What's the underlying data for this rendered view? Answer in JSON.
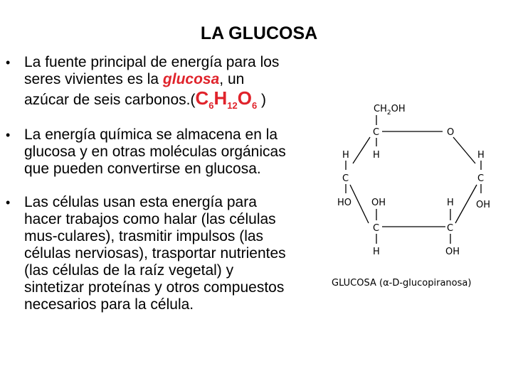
{
  "title": "LA GLUCOSA",
  "bullets": [
    {
      "lines": [
        "La fuente principal de energía para los",
        "seres vivientes es la ",
        "glucosa",
        ", un",
        "azúcar de seis carbonos.(",
        " )"
      ],
      "formula": {
        "c": "C",
        "c_sub": "6",
        "h": "H",
        "h_sub": "12",
        "o": "O",
        "o_sub": "6"
      }
    },
    {
      "lines": [
        "La energía química se almacena en la",
        "glucosa y en otras moléculas orgánicas",
        "que pueden convertirse en glucosa."
      ]
    },
    {
      "lines": [
        " Las células usan esta energía para",
        "hacer trabajos como halar (las células",
        "mus-culares), trasmitir impulsos (las",
        "células nerviosas), trasportar nutrientes",
        "(las células de la raíz vegetal) y",
        "sintetizar proteínas y otros compuestos",
        "necesarios para la célula."
      ]
    }
  ],
  "structure": {
    "ch2oh_c": "CH",
    "ch2oh_sub": "2",
    "ch2oh_oh": "OH",
    "c1": "C",
    "o": "O",
    "h_top_left": "H",
    "h_c1_below": "H",
    "h_top_right": "H",
    "c_left": "C",
    "c_right": "C",
    "ho_left": "HO",
    "oh_right": "OH",
    "oh_mid": "OH",
    "h_mid_right": "H",
    "c_bottom_left": "C",
    "c_bottom_right": "C",
    "h_bottom": "H",
    "oh_bottom": "OH",
    "caption": "GLUCOSA (α-D-glucopiranosa)"
  }
}
